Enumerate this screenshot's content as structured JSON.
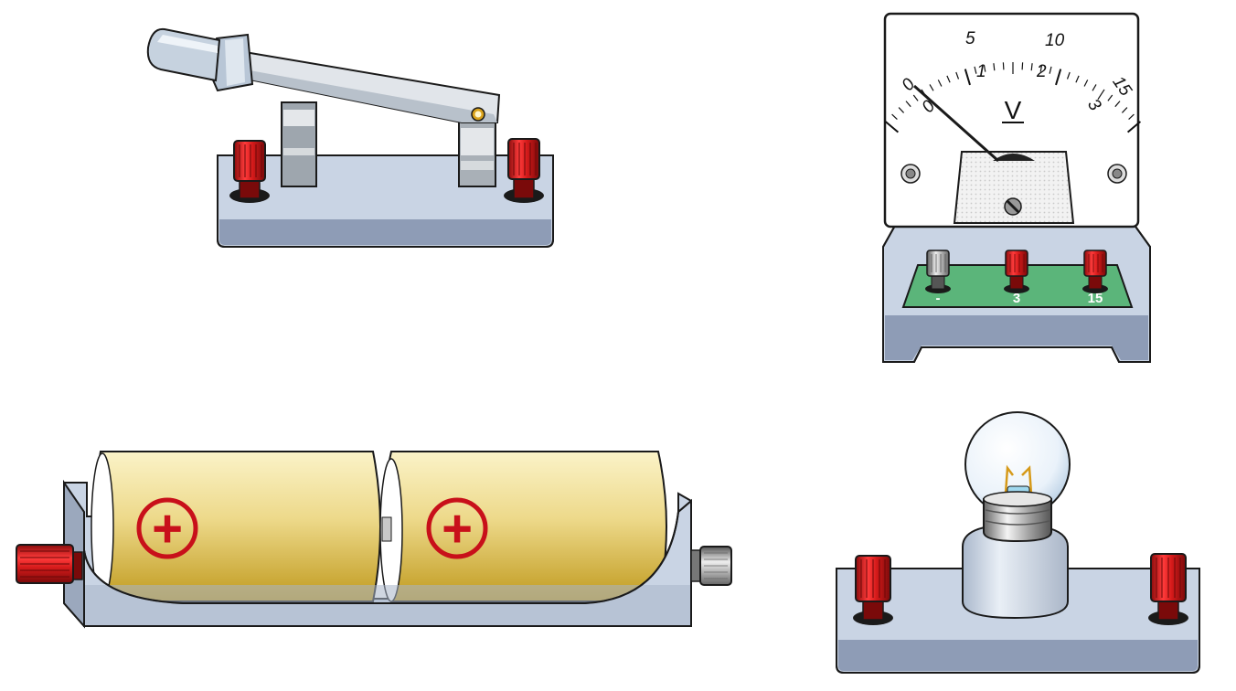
{
  "voltmeter": {
    "unit_symbol": "V",
    "scale_upper": [
      "0",
      "5",
      "10",
      "15"
    ],
    "scale_lower": [
      "0",
      "1",
      "2",
      "3"
    ],
    "terminals": [
      "-",
      "3",
      "15"
    ],
    "needle_reading_fraction": 0.0
  },
  "battery": {
    "cells": [
      {
        "polarity_symbol": "+"
      },
      {
        "polarity_symbol": "+"
      }
    ]
  },
  "colors": {
    "base_blue": "#c9d4e4",
    "base_shadow": "#8e9cb6",
    "terminal_red": "#d41a1a",
    "cell_gold": "#e9d27a",
    "meter_green": "#5bb57a",
    "outline": "#1a1a1a"
  },
  "icons": [
    "knife-switch-icon",
    "voltmeter-icon",
    "battery-holder-icon",
    "lamp-holder-icon",
    "binding-post-icon"
  ]
}
